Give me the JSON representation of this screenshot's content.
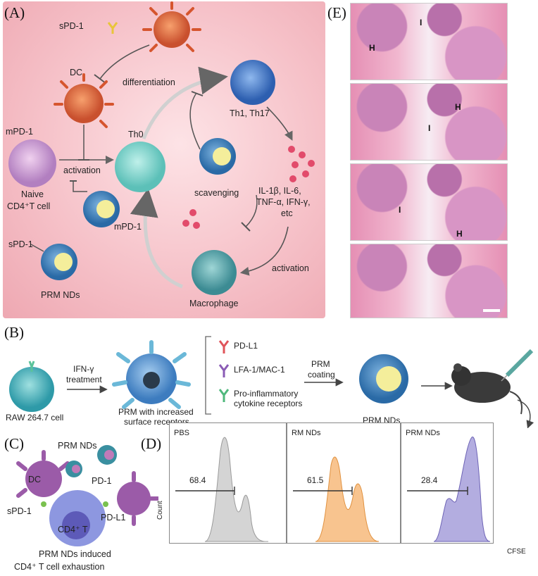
{
  "panels": {
    "a": "(A)",
    "b": "(B)",
    "c": "(C)",
    "d": "(D)",
    "e": "(E)"
  },
  "panelA": {
    "spd1_top": "sPD-1",
    "dc": "DC",
    "differentiation": "differentiation",
    "th1": "Th1, Th17",
    "mpd1_left": "mPD-1",
    "th0": "Th0",
    "activation_left": "activation",
    "naive": "Naive",
    "cd4t": "CD4⁺T cell",
    "mpd1_bottom": "mPD-1",
    "scavenging": "scavenging",
    "cytokines": [
      "IL-1β, IL-6,",
      "TNF-α, IFN-γ,",
      "etc"
    ],
    "spd1_bottom": "sPD-1",
    "prm_nds": "PRM NDs",
    "activation_right": "activation",
    "macrophage": "Macrophage"
  },
  "panelE": {
    "labels": [
      [
        "I",
        "H"
      ],
      [
        "H",
        "I"
      ],
      [
        "I",
        "H"
      ]
    ]
  },
  "panelB": {
    "ifn": [
      "IFN-γ",
      "treatment"
    ],
    "raw": "RAW 264.7 cell",
    "prm": [
      "PRM with increased",
      "surface receptors"
    ],
    "legend": [
      "PD-L1",
      "LFA-1/MAC-1",
      "Pro-inflammatory",
      "cytokine receptors"
    ],
    "coating": [
      "PRM",
      "coating"
    ],
    "prm_nds": "PRM NDs"
  },
  "panelC": {
    "prm_nds": "PRM NDs",
    "dc": "DC",
    "pd1": "PD-1",
    "spd1": "sPD-1",
    "cd4": "CD4⁺ T",
    "pdl1": "PD-L1",
    "caption": [
      "PRM NDs induced",
      "CD4⁺ T cell exhaustion"
    ]
  },
  "panelD": {
    "ylabel": "Count",
    "xlabel": "CFSE",
    "plots": [
      {
        "title": "PBS",
        "value": "68.4",
        "color": "#d4d4d4",
        "stroke": "#9a9a9a"
      },
      {
        "title": "RM NDs",
        "value": "61.5",
        "color": "#f8c48f",
        "stroke": "#e0913f"
      },
      {
        "title": "PRM NDs",
        "value": "28.4",
        "color": "#b3ade0",
        "stroke": "#6d63b5"
      }
    ]
  }
}
